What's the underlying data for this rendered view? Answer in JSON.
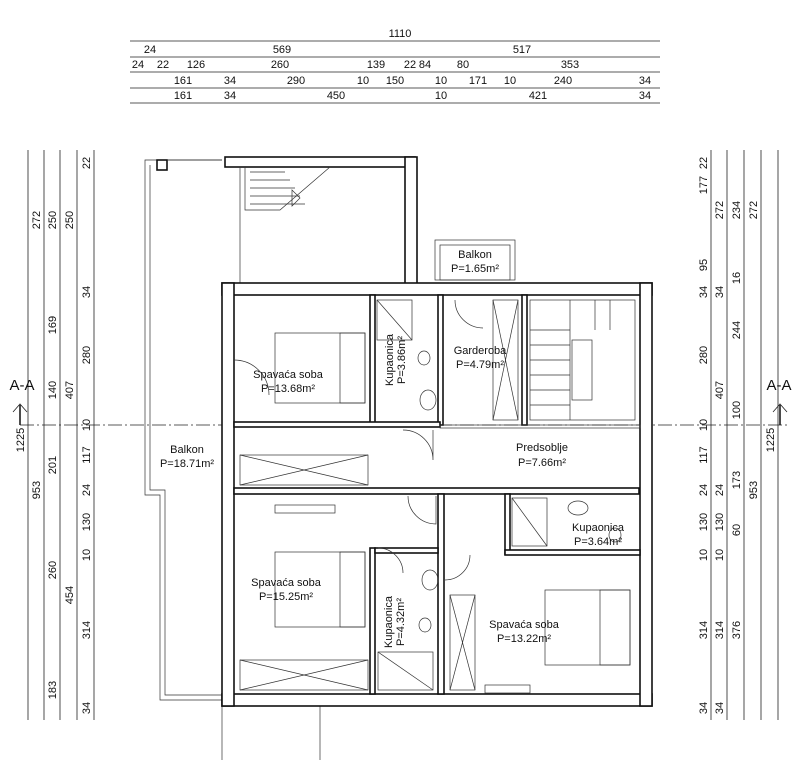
{
  "dimensions": {
    "top": [
      [
        "1110"
      ],
      [
        "24",
        "569",
        "517"
      ],
      [
        "24",
        "22",
        "126",
        "260",
        "139",
        "22",
        "84",
        "80",
        "353"
      ],
      [
        "161",
        "34",
        "290",
        "10",
        "150",
        "10",
        "171",
        "10",
        "240",
        "34"
      ],
      [
        "161",
        "34",
        "450",
        "10",
        "421",
        "34"
      ]
    ],
    "left": [
      [
        "1225"
      ],
      [
        "272",
        "953"
      ],
      [
        "250",
        "169",
        "140",
        "201",
        "260",
        "183"
      ],
      [
        "250",
        "407",
        "454"
      ],
      [
        "22",
        "34",
        "280",
        "10",
        "117",
        "24",
        "130",
        "10",
        "314",
        "34"
      ]
    ],
    "right": [
      [
        "22",
        "177",
        "95",
        "34",
        "280",
        "10",
        "117",
        "24",
        "130",
        "10",
        "314",
        "34"
      ],
      [
        "272",
        "34",
        "407",
        "24",
        "130",
        "10",
        "314",
        "34"
      ],
      [
        "234",
        "16",
        "244",
        "100",
        "173",
        "60",
        "376"
      ],
      [
        "272",
        "953"
      ],
      [
        "1225"
      ]
    ]
  },
  "section_marker": {
    "left": "A-A",
    "right": "A-A"
  },
  "rooms": [
    {
      "name": "Balkon",
      "area": "P=1.65m²"
    },
    {
      "name": "Spavaća soba",
      "area": "P=13.68m²"
    },
    {
      "name": "Kupaonica",
      "area": "P=3.86m²"
    },
    {
      "name": "Garderoba",
      "area": "P=4.79m²"
    },
    {
      "name": "Balkon",
      "area": "P=18.71m²"
    },
    {
      "name": "Predsoblje",
      "area": "P=7.66m²"
    },
    {
      "name": "Kupaonica",
      "area": "P=3.64m²"
    },
    {
      "name": "Spavaća soba",
      "area": "P=15.25m²"
    },
    {
      "name": "Kupaonica",
      "area": "P=4.32m²"
    },
    {
      "name": "Spavaća soba",
      "area": "P=13.22m²"
    }
  ]
}
